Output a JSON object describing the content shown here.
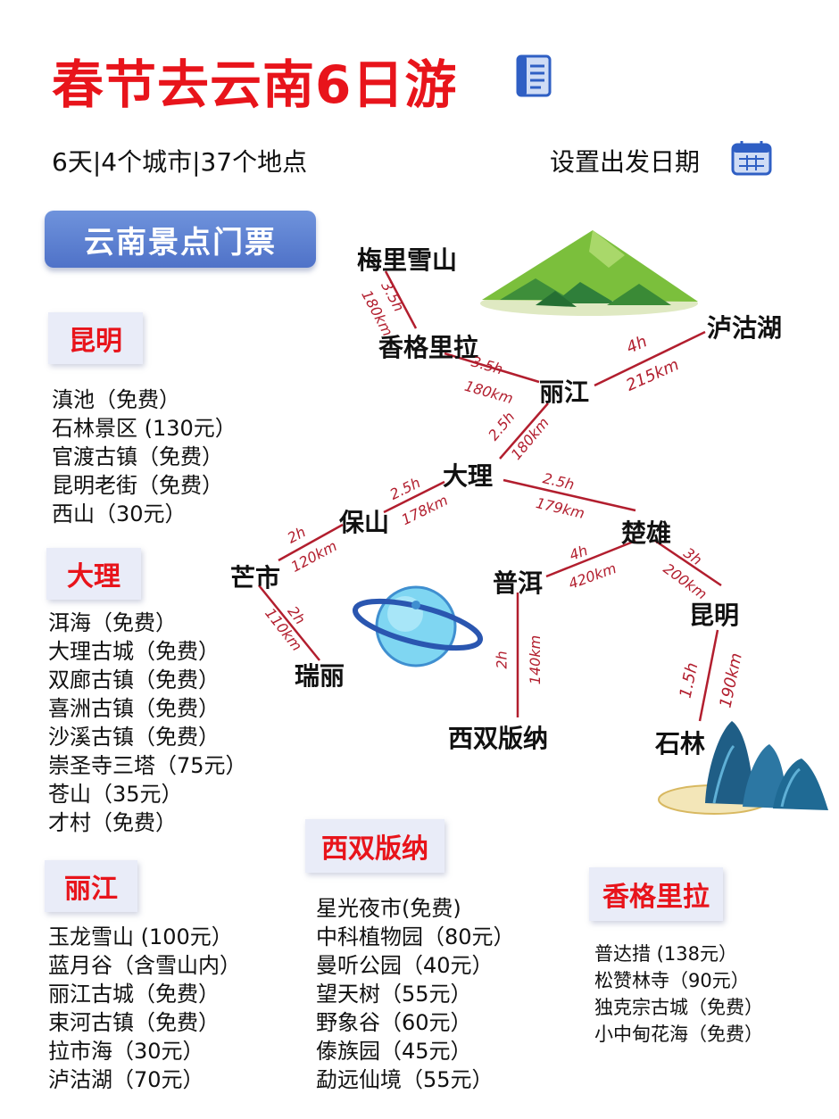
{
  "header": {
    "title": "春节去云南6日游",
    "subtitle": "6天|4个城市|37个地点",
    "set_date_label": "设置出发日期"
  },
  "tickets_banner": "云南景点门票",
  "sections": {
    "kunming": {
      "label": "昆明",
      "items": [
        "滇池（免费）",
        "石林景区 (130元）",
        "官渡古镇（免费）",
        "昆明老街（免费）",
        "西山（30元）"
      ]
    },
    "dali": {
      "label": "大理",
      "items": [
        "洱海（免费）",
        "大理古城（免费）",
        "双廊古镇（免费）",
        "喜洲古镇（免费）",
        "沙溪古镇（免费）",
        "崇圣寺三塔（75元）",
        "苍山（35元）",
        "才村（免费）"
      ]
    },
    "lijiang": {
      "label": "丽江",
      "items": [
        "玉龙雪山 (100元）",
        "蓝月谷（含雪山内）",
        "丽江古城（免费）",
        "束河古镇（免费）",
        "拉市海（30元）",
        "泸沽湖（70元）"
      ]
    },
    "xishuangbanna": {
      "label": "西双版纳",
      "items": [
        "星光夜市(免费)",
        "中科植物园（80元）",
        "曼听公园（40元）",
        "望天树（55元）",
        "野象谷（60元）",
        "傣族园（45元）",
        "勐远仙境（55元）"
      ]
    },
    "shangrila": {
      "label": "香格里拉",
      "items": [
        "普达措 (138元）",
        "松赞林寺（90元）",
        "独克宗古城（免费）",
        "小中甸花海（免费）"
      ]
    }
  },
  "map": {
    "nodes": {
      "meili": "梅里雪山",
      "shangrila": "香格里拉",
      "lugu": "泸沽湖",
      "lijiang": "丽江",
      "dali": "大理",
      "baoshan": "保山",
      "chuxiong": "楚雄",
      "mangshi": "芒市",
      "puer": "普洱",
      "kunming": "昆明",
      "ruili": "瑞丽",
      "xishuangbanna": "西双版纳",
      "shilin": "石林"
    },
    "edges": {
      "meili_shangrila": {
        "time": "3.5h",
        "dist": "180km"
      },
      "shangrila_lijiang": {
        "time": "3.5h",
        "dist": "180km"
      },
      "lijiang_lugu": {
        "time": "4h",
        "dist": "215km"
      },
      "lijiang_dali": {
        "time": "2.5h",
        "dist": "180km"
      },
      "dali_baoshan": {
        "time": "2.5h",
        "dist": "178km"
      },
      "dali_chuxiong": {
        "time": "2.5h",
        "dist": "179km"
      },
      "baoshan_mangshi": {
        "time": "2h",
        "dist": "120km"
      },
      "mangshi_ruili": {
        "time": "2h",
        "dist": "110km"
      },
      "chuxiong_puer": {
        "time": "4h",
        "dist": "420km"
      },
      "chuxiong_kunming": {
        "time": "3h",
        "dist": "200km"
      },
      "puer_xishuangbanna": {
        "time": "2h",
        "dist": "140km"
      },
      "kunming_shilin": {
        "time": "1.5h",
        "dist": "190km"
      }
    }
  },
  "colors": {
    "title_red": "#e8141b",
    "route_line": "#b21e2e",
    "banner_blue": "#5b7fd0",
    "label_bg": "#e9ecf8"
  },
  "icons": [
    "document-icon",
    "calendar-icon",
    "mountain-illustration",
    "planet-illustration",
    "rock-forest-illustration"
  ]
}
